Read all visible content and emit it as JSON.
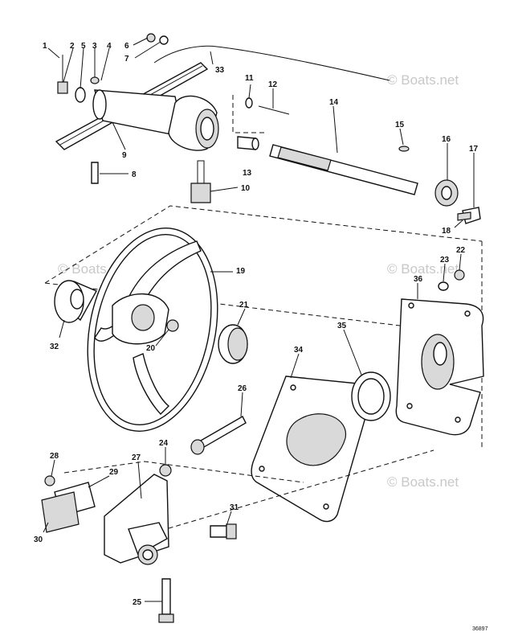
{
  "diagram": {
    "watermarks": [
      "© Boats.net",
      "© Boats.net",
      "© Boats.net",
      "© Boats.net"
    ],
    "drawing_code": "36897",
    "callouts": [
      "1",
      "2",
      "3",
      "4",
      "5",
      "6",
      "7",
      "8",
      "9",
      "10",
      "11",
      "12",
      "13",
      "14",
      "15",
      "16",
      "17",
      "18",
      "19",
      "20",
      "21",
      "22",
      "23",
      "24",
      "25",
      "26",
      "27",
      "28",
      "29",
      "30",
      "31",
      "32",
      "33",
      "34",
      "35",
      "36"
    ]
  }
}
